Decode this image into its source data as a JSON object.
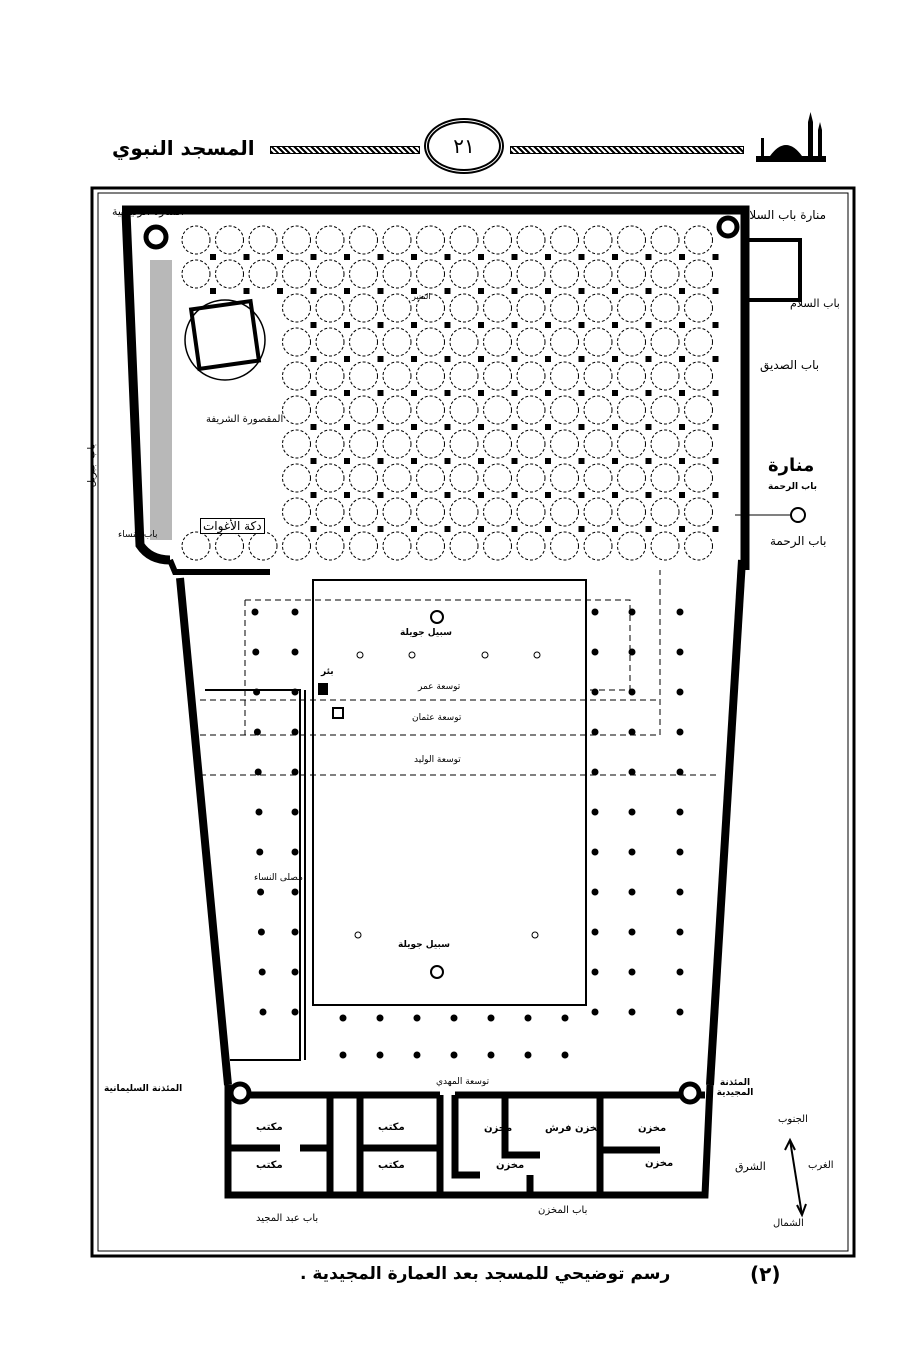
{
  "header": {
    "title": "المسجد النبوي",
    "page_number": "٢١",
    "logo_icon": "mosque-minarets-icon"
  },
  "plan_labels": {
    "main_minaret": "المنارة الرئيسية",
    "bab_alsalam_minaret": "منارة باب السلام",
    "bab_alsalam": "باب السلام",
    "bab_alsiddiq": "باب الصديق",
    "rahma_minaret": "منارة",
    "rahma_minaret_sub": "باب الرحمة",
    "bab_alrahma": "باب الرحمة",
    "bab_jibril": "باب جبريل",
    "bab_alnisa": "باب النساء",
    "hujra": "المقصورة الشريفة",
    "dakkat_alaghwat": "دكة الأغوات",
    "minbar": "المنبر",
    "fountain_north": "سبيل جويلة",
    "fountain_south": "سبيل جويلة",
    "well": "بئر",
    "umar_ext": "توسعة عمر",
    "uthman_ext": "توسعة عثمان",
    "walid_ext": "توسعة الوليد",
    "women_prayer": "مصلى النساء",
    "mahdi_ext": "توسعة المهدي",
    "sulaymaniyya_minaret": "المئذنة السليمانية",
    "majidiyya_minaret": "المئذنة المجيدية",
    "rooms": [
      "مكتب",
      "مكتب",
      "مكتب",
      "مكتب",
      "مخزن",
      "مخزن فرش",
      "مخزن",
      "مخزن",
      "مخزن"
    ],
    "bab_abdulmajid": "باب عبد المجيد",
    "bab_almakhzan": "باب المخزن"
  },
  "compass": {
    "south": "الجنوب",
    "east": "الشرق",
    "west": "الغرب",
    "north": "الشمال"
  },
  "caption": {
    "number": "(٢)",
    "text": "رسم توضيحي للمسجد بعد العمارة المجيدية ."
  }
}
